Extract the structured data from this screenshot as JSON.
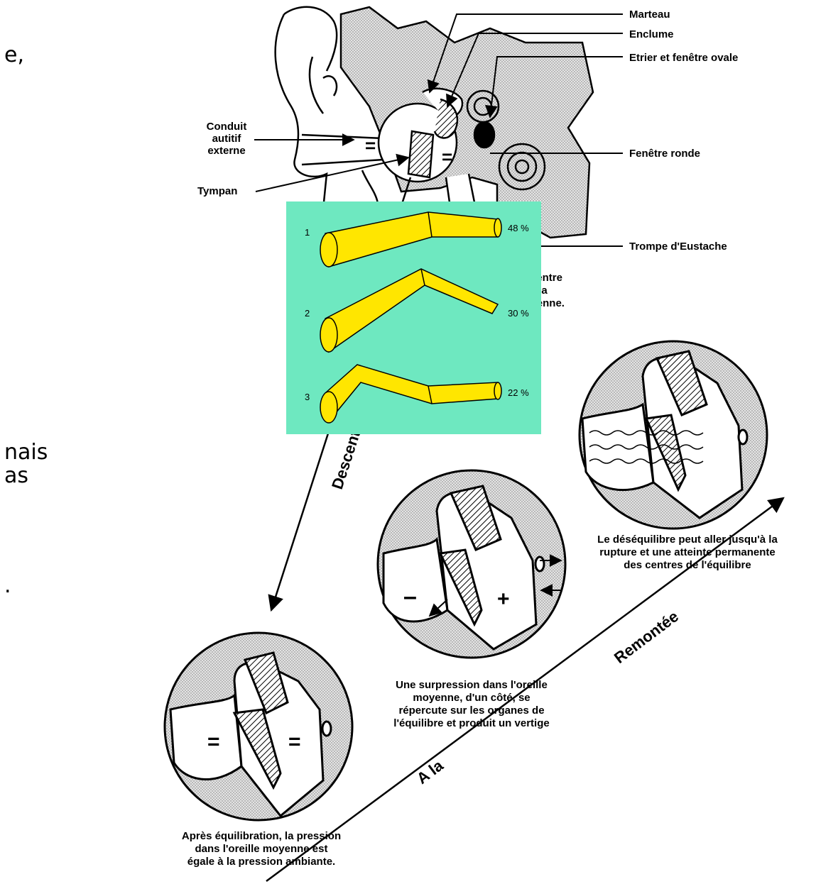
{
  "slide_fragments": [
    "e,",
    "nais",
    "as",
    "."
  ],
  "ear_labels": {
    "marteau": "Marteau",
    "enclume": "Enclume",
    "etrier": "Etrier et fenêtre ovale",
    "conduit": [
      "Conduit",
      "autitif",
      "externe"
    ],
    "tympan": "Tympan",
    "fenetre_ronde": "Fenêtre ronde",
    "trompe": "Trompe d'Eustache",
    "equal_sign": "="
  },
  "captions": {
    "surface": [
      "En surface, il y a équilibre entre",
      "la pression ambiante et la",
      "pression dans l'oreille moyenne."
    ],
    "apres": [
      "Après équilibration, la pression",
      "dans l'oreille moyenne est",
      "égale à la pression ambiante."
    ],
    "surpression": [
      "Une surpression dans l'oreille",
      "moyenne, d'un côté, se",
      "répercute sur les organes de",
      "l'équilibre et produit un vertige"
    ],
    "desequilibre": [
      "Le déséquilibre peut aller jusqu'à la",
      "rupture et une atteinte permanente",
      "des centres de l'équilibre"
    ]
  },
  "axis_words": {
    "descente": "Descente",
    "a_la": "A la",
    "remontee": "Remontée"
  },
  "circle_signs": {
    "minus": "–",
    "plus": "+"
  },
  "inset": {
    "background": "#6ee8c0",
    "tube_color": "#ffe600",
    "items": [
      {
        "number": "1",
        "percent": "48 %"
      },
      {
        "number": "2",
        "percent": "30 %"
      },
      {
        "number": "3",
        "percent": "22 %"
      }
    ]
  }
}
